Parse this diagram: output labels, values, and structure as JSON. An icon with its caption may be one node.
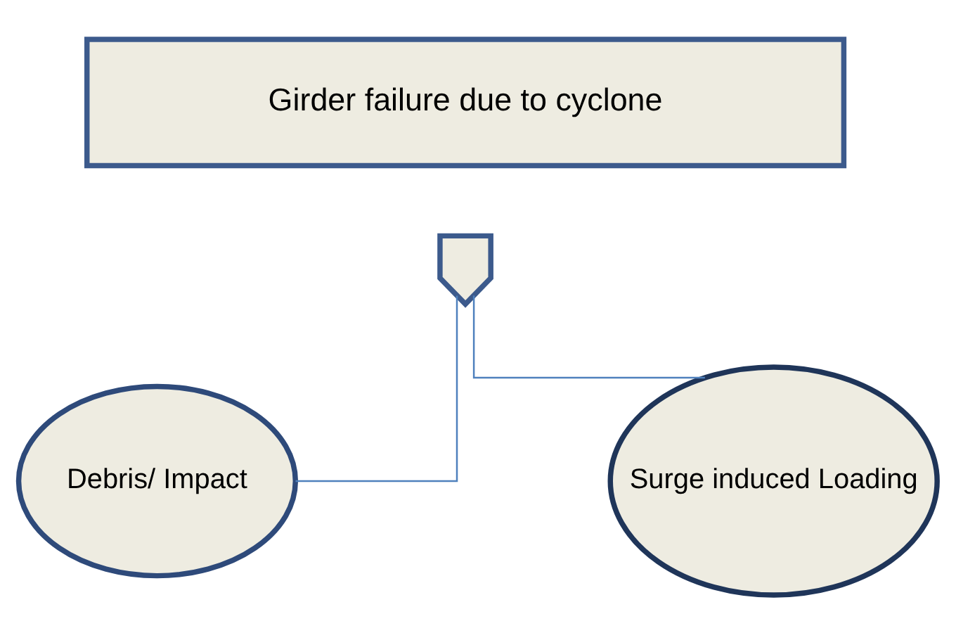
{
  "diagram": {
    "nodes": [
      {
        "text": [
          "Girder failure due to cyclone"
        ]
      },
      {
        "text": [],
        "shape": "gate"
      },
      {
        "text": [
          "Debris/ Impact"
        ]
      },
      {
        "text": [
          "Surge induced Loading"
        ]
      }
    ],
    "edges": [
      {
        "from": 1,
        "to": 2,
        "arrow": "none"
      },
      {
        "from": 1,
        "to": 3,
        "arrow": "none"
      }
    ]
  }
}
